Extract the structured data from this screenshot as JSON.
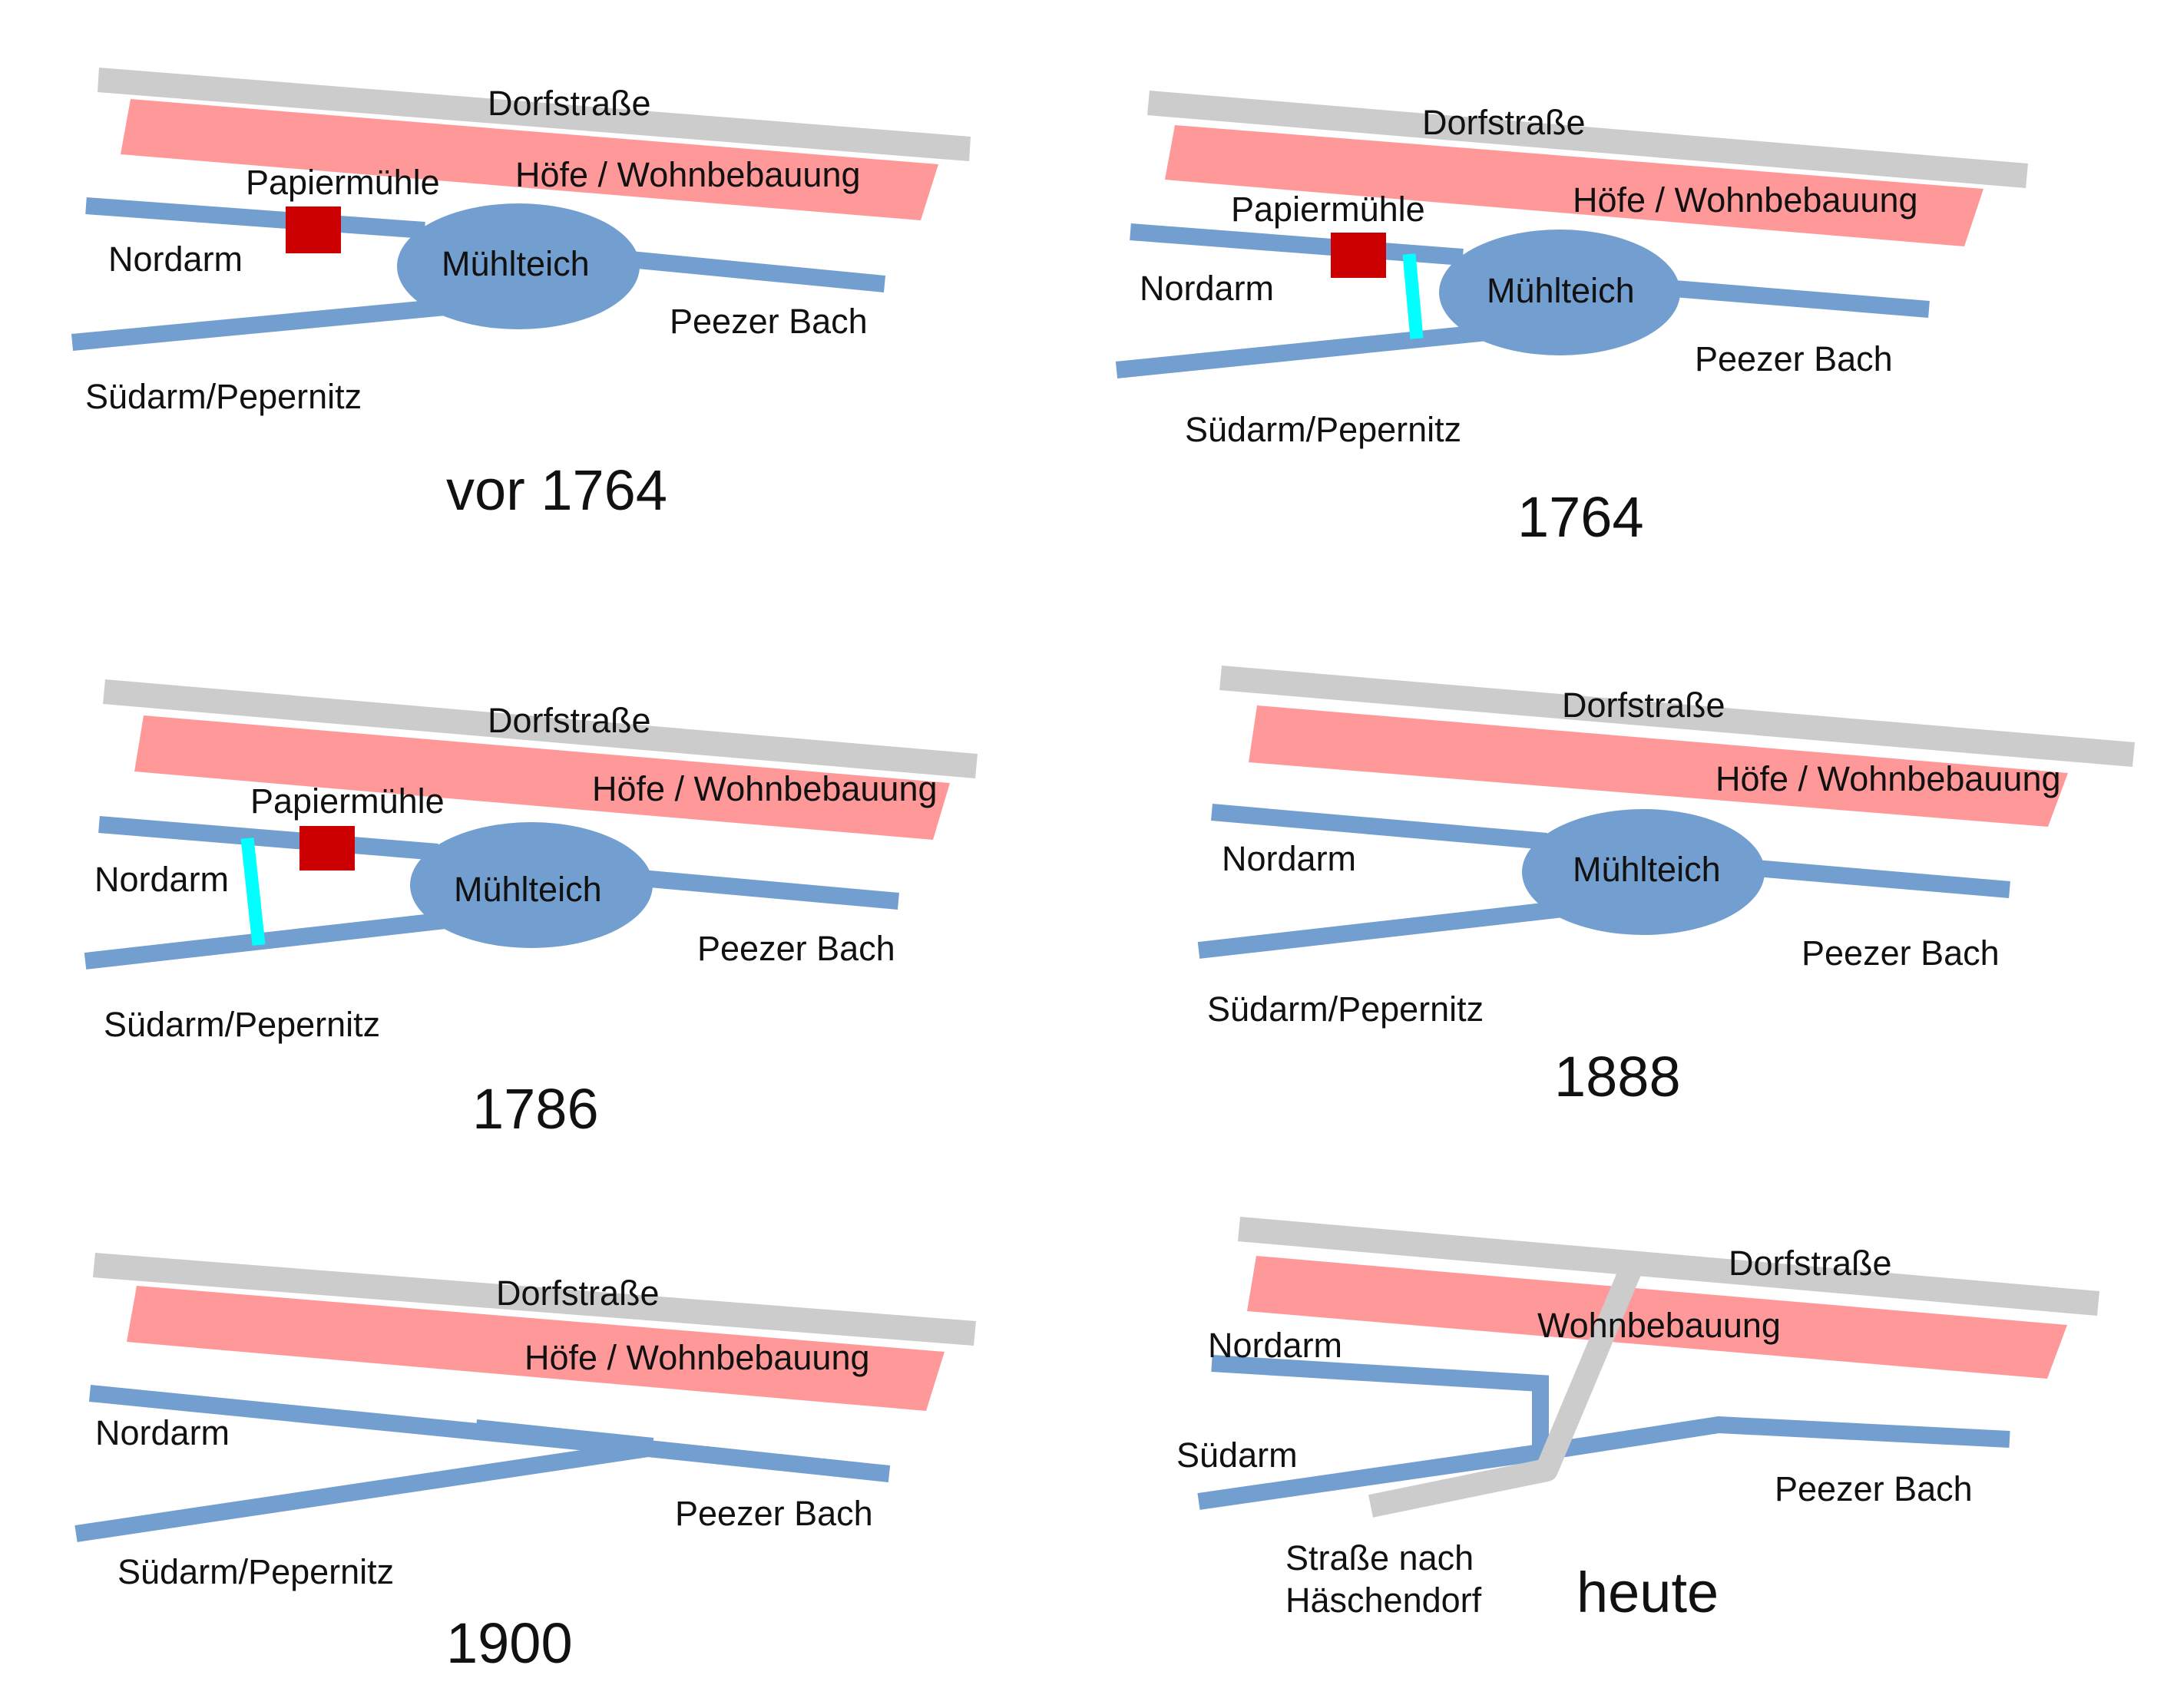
{
  "colors": {
    "road": "#cccccc",
    "housing": "#ff9999",
    "water": "#729fcf",
    "mill": "#cc0000",
    "weir": "#00ffff"
  },
  "panels": [
    {
      "year": "vor 1764",
      "labels": {
        "road": "Dorfstraße",
        "housing": "Höfe / Wohnbebauung",
        "mill": "Papiermühle",
        "pond": "Mühlteich",
        "north_arm": "Nordarm",
        "south_arm": "Südarm/Pepernitz",
        "stream": "Peezer Bach"
      }
    },
    {
      "year": "1764",
      "labels": {
        "road": "Dorfstraße",
        "housing": "Höfe / Wohnbebauung",
        "mill": "Papiermühle",
        "pond": "Mühlteich",
        "north_arm": "Nordarm",
        "south_arm": "Südarm/Pepernitz",
        "stream": "Peezer Bach"
      }
    },
    {
      "year": "1786",
      "labels": {
        "road": "Dorfstraße",
        "housing": "Höfe / Wohnbebauung",
        "mill": "Papiermühle",
        "pond": "Mühlteich",
        "north_arm": "Nordarm",
        "south_arm": "Südarm/Pepernitz",
        "stream": "Peezer Bach"
      }
    },
    {
      "year": "1888",
      "labels": {
        "road": "Dorfstraße",
        "housing": "Höfe / Wohnbebauung",
        "pond": "Mühlteich",
        "north_arm": "Nordarm",
        "south_arm": "Südarm/Pepernitz",
        "stream": "Peezer Bach"
      }
    },
    {
      "year": "1900",
      "labels": {
        "road": "Dorfstraße",
        "housing": "Höfe / Wohnbebauung",
        "north_arm": "Nordarm",
        "south_arm": "Südarm/Pepernitz",
        "stream": "Peezer Bach"
      }
    },
    {
      "year": "heute",
      "labels": {
        "road": "Dorfstraße",
        "housing": "Wohnbebauung",
        "north_arm": "Nordarm",
        "south_arm": "Südarm",
        "stream": "Peezer Bach",
        "new_road_line1": "Straße nach",
        "new_road_line2": "Häschendorf"
      }
    }
  ]
}
